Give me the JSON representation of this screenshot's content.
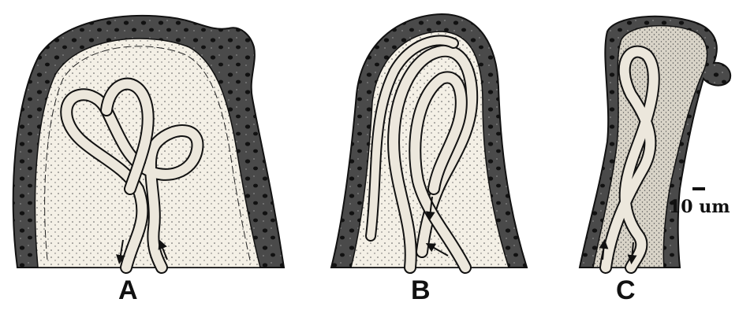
{
  "figure": {
    "panels": [
      {
        "label": "A"
      },
      {
        "label": "B"
      },
      {
        "label": "C"
      }
    ],
    "scale_bar_label": "10 um",
    "colors": {
      "epithelium": "#4a4a4a",
      "stroma": "#f4f0e6",
      "capillary": "#ece7dc",
      "outline": "#111111",
      "background": "#ffffff"
    }
  }
}
